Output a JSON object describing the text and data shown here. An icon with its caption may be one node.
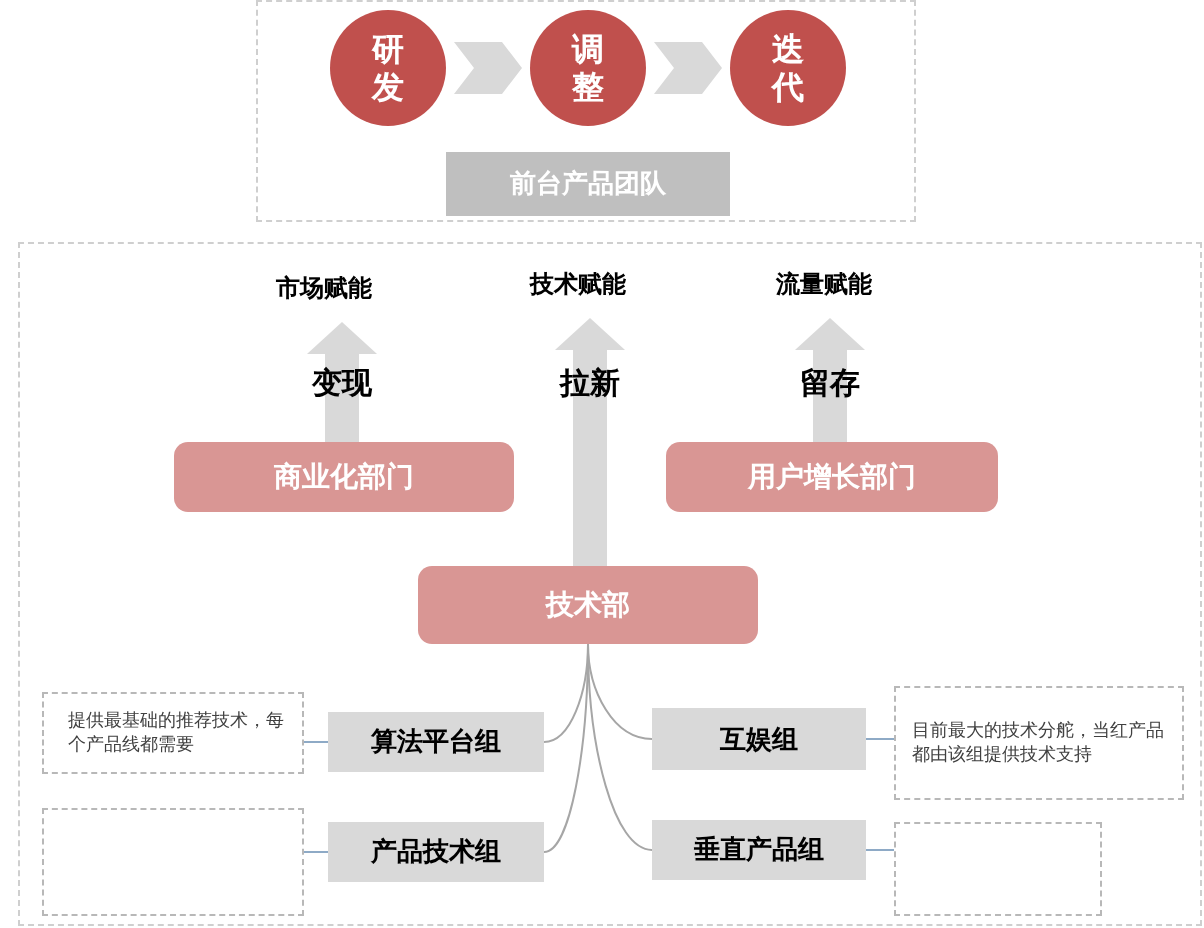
{
  "diagram": {
    "nodes": [
      {
        "text": [],
        "shape": "box"
      },
      {
        "text": [
          "研发"
        ],
        "in": 0
      },
      {
        "text": [
          "调整"
        ],
        "in": 0
      },
      {
        "text": [
          "迭代"
        ],
        "in": 0
      },
      {
        "text": [
          "前台产品团队"
        ],
        "in": 0
      },
      {
        "text": [],
        "shape": "box"
      },
      {
        "text": [
          "市场赋能"
        ],
        "in": 5
      },
      {
        "text": [
          "技术赋能"
        ],
        "in": 5
      },
      {
        "text": [
          "流量赋能"
        ],
        "in": 5
      },
      {
        "text": [
          "商业化部门"
        ],
        "in": 5
      },
      {
        "text": [
          "用户增长部门"
        ],
        "in": 5
      },
      {
        "text": [
          "技术部"
        ],
        "in": 5
      },
      {
        "text": [
          "提供最基础的推荐技术，每个产品线都需要"
        ],
        "in": 5
      },
      {
        "text": [
          "算法平台组"
        ],
        "in": 5
      },
      {
        "text": [
          "互娱组"
        ],
        "in": 5
      },
      {
        "text": [
          "目前最大的技术分舵，当红产品都由该组提供技术支持"
        ],
        "in": 5
      },
      {
        "text": [],
        "shape": "box",
        "in": 5
      },
      {
        "text": [
          "产品技术组"
        ],
        "in": 5
      },
      {
        "text": [
          "垂直产品组"
        ],
        "in": 5
      },
      {
        "text": [],
        "shape": "box",
        "in": 5
      }
    ],
    "edges": [
      {
        "from": 1,
        "to": 2,
        "arrow": "to",
        "style": "thick",
        "color": "#d9d9d9"
      },
      {
        "from": 2,
        "to": 3,
        "arrow": "to",
        "style": "thick",
        "color": "#d9d9d9"
      },
      {
        "from": 9,
        "to": 6,
        "arrow": "to",
        "label": "变现",
        "style": "thick",
        "color": "#d9d9d9"
      },
      {
        "from": 11,
        "to": 7,
        "arrow": "to",
        "label": "拉新",
        "style": "thick",
        "color": "#d9d9d9"
      },
      {
        "from": 10,
        "to": 8,
        "arrow": "to",
        "label": "留存",
        "style": "thick",
        "color": "#d9d9d9"
      },
      {
        "from": 11,
        "to": 13,
        "arrow": "none"
      },
      {
        "from": 11,
        "to": 17,
        "arrow": "none"
      },
      {
        "from": 11,
        "to": 14,
        "arrow": "none"
      },
      {
        "from": 11,
        "to": 18,
        "arrow": "none"
      },
      {
        "from": 13,
        "to": 12,
        "arrow": "none",
        "color": "#8eaac6"
      },
      {
        "from": 14,
        "to": 15,
        "arrow": "none",
        "color": "#8eaac6"
      },
      {
        "from": 17,
        "to": 16,
        "arrow": "none",
        "color": "#8eaac6"
      },
      {
        "from": 18,
        "to": 19,
        "arrow": "none",
        "color": "#8eaac6"
      }
    ]
  }
}
